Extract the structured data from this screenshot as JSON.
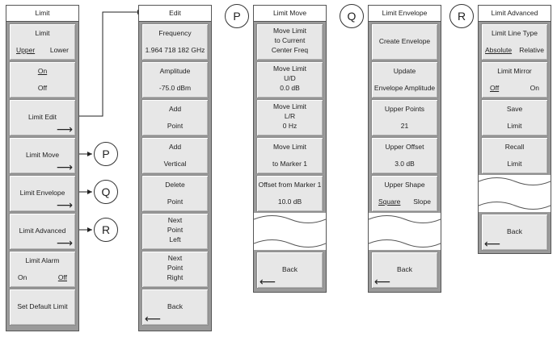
{
  "labels": {
    "P": "P",
    "Q": "Q",
    "R": "R"
  },
  "icons": {
    "more": "right-arrow-icon",
    "back": "left-arrow-icon"
  },
  "colors": {
    "bezel": "#9a9a9a",
    "key": "#e7e7e7",
    "title": "#ffffff"
  },
  "limit": {
    "title": "Limit",
    "limit_key": {
      "label": "Limit",
      "options": [
        "Upper",
        "Lower"
      ],
      "selected": "Upper"
    },
    "onoff_key": {
      "on": "On",
      "off": "Off",
      "selected": "On"
    },
    "limit_edit": "Limit Edit",
    "limit_move": "Limit Move",
    "limit_envelope": "Limit Envelope",
    "limit_advanced": "Limit Advanced",
    "limit_alarm": {
      "label": "Limit Alarm",
      "on": "On",
      "off": "Off",
      "selected": "Off"
    },
    "set_default": "Set Default Limit"
  },
  "edit": {
    "title": "Edit",
    "frequency": {
      "label": "Frequency",
      "value": "1.964 718 182 GHz"
    },
    "amplitude": {
      "label": "Amplitude",
      "value": "-75.0 dBm"
    },
    "add_point": {
      "line1": "Add",
      "line2": "Point"
    },
    "add_vertical": {
      "line1": "Add",
      "line2": "Vertical"
    },
    "delete_point": {
      "line1": "Delete",
      "line2": "Point"
    },
    "next_left": {
      "line1": "Next",
      "line2": "Point",
      "line3": "Left"
    },
    "next_right": {
      "line1": "Next",
      "line2": "Point",
      "line3": "Right"
    },
    "back": "Back"
  },
  "limit_move": {
    "title": "Limit Move",
    "to_center": {
      "line1": "Move Limit",
      "line2": "to Current",
      "line3": "Center Freq"
    },
    "ud": {
      "line1": "Move Limit",
      "line2": "U/D",
      "value": "0.0 dB"
    },
    "lr": {
      "line1": "Move Limit",
      "line2": "L/R",
      "value": "0 Hz"
    },
    "to_marker": {
      "line1": "Move Limit",
      "line2": "to Marker 1"
    },
    "offset": {
      "label": "Offset from Marker 1",
      "value": "10.0 dB"
    },
    "back": "Back"
  },
  "limit_envelope": {
    "title": "Limit Envelope",
    "create": "Create Envelope",
    "update": {
      "line1": "Update",
      "line2": "Envelope Amplitude"
    },
    "upper_points": {
      "label": "Upper Points",
      "value": "21"
    },
    "upper_offset": {
      "label": "Upper Offset",
      "value": "3.0 dB"
    },
    "upper_shape": {
      "label": "Upper Shape",
      "square": "Square",
      "slope": "Slope",
      "selected": "Square"
    },
    "back": "Back"
  },
  "limit_advanced": {
    "title": "Limit Advanced",
    "line_type": {
      "label": "Limit Line Type",
      "absolute": "Absolute",
      "relative": "Relative",
      "selected": "Absolute"
    },
    "mirror": {
      "label": "Limit Mirror",
      "off": "Off",
      "on": "On",
      "selected": "Off"
    },
    "save": {
      "line1": "Save",
      "line2": "Limit"
    },
    "recall": {
      "line1": "Recall",
      "line2": "Limit"
    },
    "back": "Back"
  }
}
